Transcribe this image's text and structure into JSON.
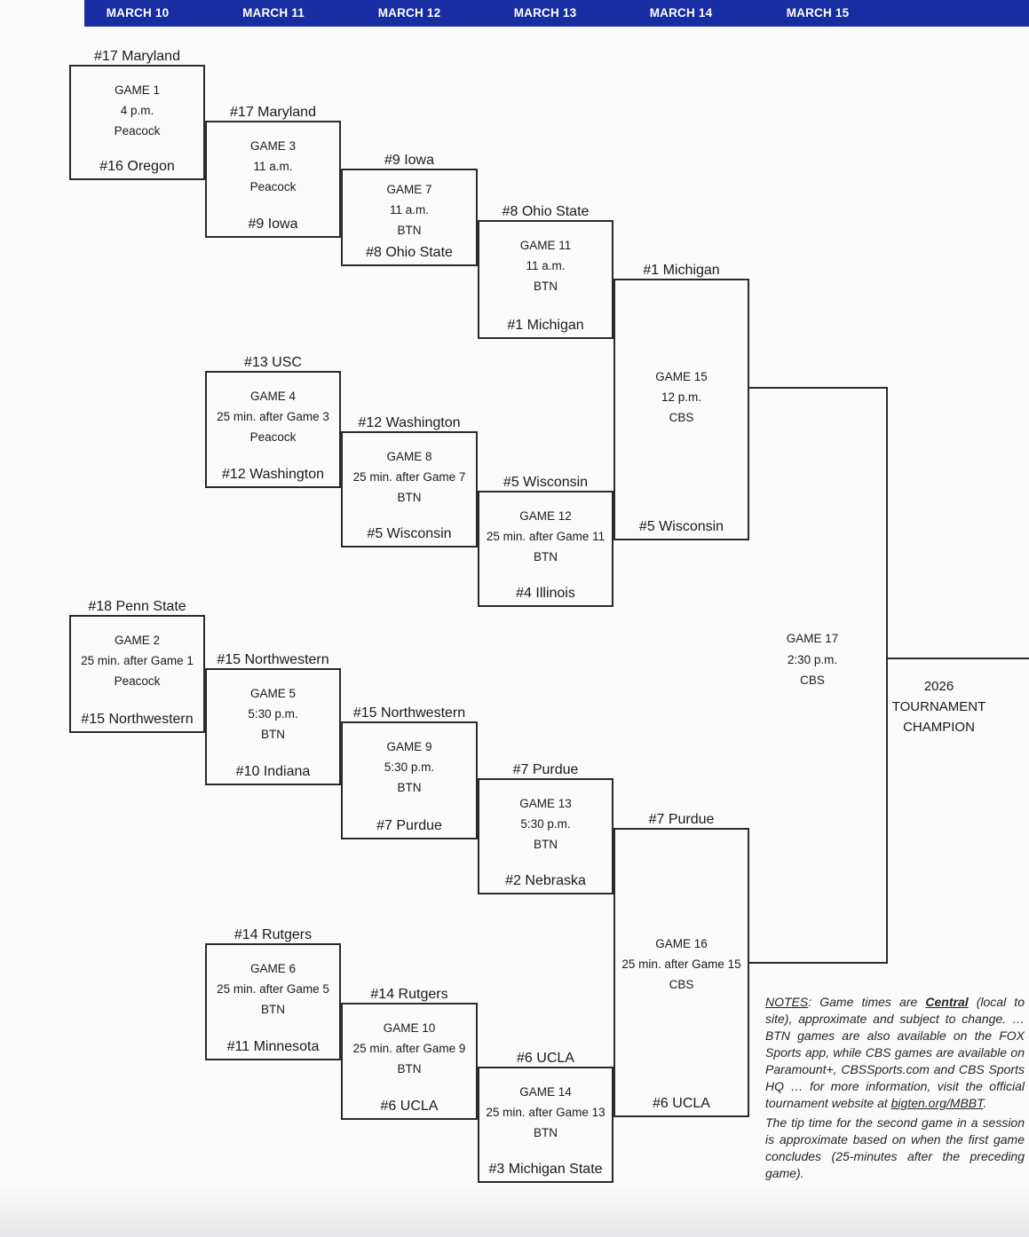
{
  "header": {
    "bar_color": "#182da1",
    "text_color": "#ffffff",
    "dates": [
      "MARCH 10",
      "MARCH 11",
      "MARCH 12",
      "MARCH 13",
      "MARCH 14",
      "MARCH 15"
    ]
  },
  "bracket": {
    "line_color": "#2b292c",
    "games": [
      {
        "name": "GAME 1",
        "time": "4 p.m.",
        "network": "Peacock",
        "team_top": "#17 Maryland",
        "team_bottom": "#16 Oregon"
      },
      {
        "name": "GAME 2",
        "time": "25 min. after Game 1",
        "network": "Peacock",
        "team_top": "#18 Penn State",
        "team_bottom": "#15 Northwestern"
      },
      {
        "name": "GAME 3",
        "time": "11 a.m.",
        "network": "Peacock",
        "team_top": "#17 Maryland",
        "team_bottom": "#9 Iowa"
      },
      {
        "name": "GAME 4",
        "time": "25 min. after Game 3",
        "network": "Peacock",
        "team_top": "#13 USC",
        "team_bottom": "#12 Washington"
      },
      {
        "name": "GAME 5",
        "time": "5:30 p.m.",
        "network": "BTN",
        "team_top": "#15 Northwestern",
        "team_bottom": "#10 Indiana"
      },
      {
        "name": "GAME 6",
        "time": "25 min. after Game 5",
        "network": "BTN",
        "team_top": "#14 Rutgers",
        "team_bottom": "#11 Minnesota"
      },
      {
        "name": "GAME 7",
        "time": "11 a.m.",
        "network": "BTN",
        "team_top": "#9 Iowa",
        "team_bottom": "#8 Ohio State"
      },
      {
        "name": "GAME 8",
        "time": "25 min. after Game 7",
        "network": "BTN",
        "team_top": "#12 Washington",
        "team_bottom": "#5 Wisconsin"
      },
      {
        "name": "GAME 9",
        "time": "5:30 p.m.",
        "network": "BTN",
        "team_top": "#15 Northwestern",
        "team_bottom": "#7 Purdue"
      },
      {
        "name": "GAME 10",
        "time": "25 min. after Game 9",
        "network": "BTN",
        "team_top": "#14 Rutgers",
        "team_bottom": "#6 UCLA"
      },
      {
        "name": "GAME 11",
        "time": "11 a.m.",
        "network": "BTN",
        "team_top": "#8 Ohio State",
        "team_bottom": "#1 Michigan"
      },
      {
        "name": "GAME 12",
        "time": "25 min. after Game 11",
        "network": "BTN",
        "team_top": "#5 Wisconsin",
        "team_bottom": "#4 Illinois"
      },
      {
        "name": "GAME 13",
        "time": "5:30 p.m.",
        "network": "BTN",
        "team_top": "#7 Purdue",
        "team_bottom": "#2 Nebraska"
      },
      {
        "name": "GAME 14",
        "time": "25 min. after Game 13",
        "network": "BTN",
        "team_top": "#6 UCLA",
        "team_bottom": "#3 Michigan State"
      },
      {
        "name": "GAME 15",
        "time": "12 p.m.",
        "network": "CBS",
        "team_top": "#1 Michigan",
        "team_bottom": "#5 Wisconsin"
      },
      {
        "name": "GAME 16",
        "time": "25 min. after Game 15",
        "network": "CBS",
        "team_top": "#7 Purdue",
        "team_bottom": "#6 UCLA"
      },
      {
        "name": "GAME 17",
        "time": "2:30 p.m.",
        "network": "CBS"
      }
    ],
    "champion": {
      "line1": "2026",
      "line2": "TOURNAMENT",
      "line3": "CHAMPION"
    }
  },
  "notes": {
    "para1": {
      "label": "NOTES",
      "seg1": ": Game times are ",
      "central": "Central",
      "seg2": " (local to site), approximate and subject to change. … BTN games are also available on the FOX Sports app, while CBS games are available on Paramount+, CBSSports.com and CBS Sports HQ … for more information, visit the official tournament website at ",
      "link": "bigten.org/MBBT",
      "seg3": "."
    },
    "para2": "The tip time for the second game in a session is approximate based on when the first game concludes (25-minutes after the preceding game)."
  }
}
